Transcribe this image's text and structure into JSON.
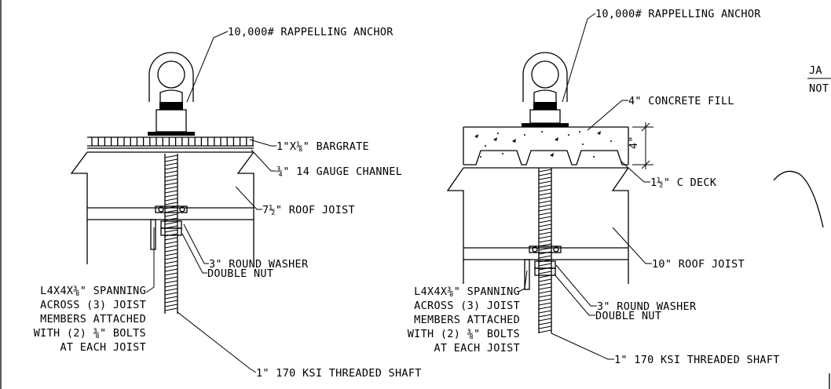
{
  "left_detail": {
    "anchor": "10,000# RAPPELLING ANCHOR",
    "bargrate": "1\"X⅛\" BARGRATE",
    "channel": "¾\" 14 GAUGE CHANNEL",
    "joist": "7½\" ROOF JOIST",
    "washer": "3\" ROUND WASHER",
    "nut": "DOUBLE NUT",
    "angle_lines": [
      "L4X4X⅜\" SPANNING",
      "ACROSS (3) JOIST",
      "MEMBERS ATTACHED",
      "WITH (2) ⅜\" BOLTS",
      "AT EACH JOIST"
    ],
    "shaft": "1\" 170 KSI THREADED SHAFT"
  },
  "right_detail": {
    "anchor": "10,000# RAPPELLING ANCHOR",
    "concrete": "4\" CONCRETE FILL",
    "fill_dim": "4\"",
    "deck": "1½\" C DECK",
    "joist": "10\" ROOF JOIST",
    "washer": "3\" ROUND WASHER",
    "nut": "DOUBLE NUT",
    "angle_lines": [
      "L4X4X⅜\" SPANNING",
      "ACROSS (3) JOIST",
      "MEMBERS ATTACHED",
      "WITH (2) ⅜\" BOLTS",
      "AT EACH JOIST"
    ],
    "shaft": "1\" 170 KSI THREADED SHAFT"
  },
  "cut_off_title": "JA",
  "cut_off_note": "NOT"
}
